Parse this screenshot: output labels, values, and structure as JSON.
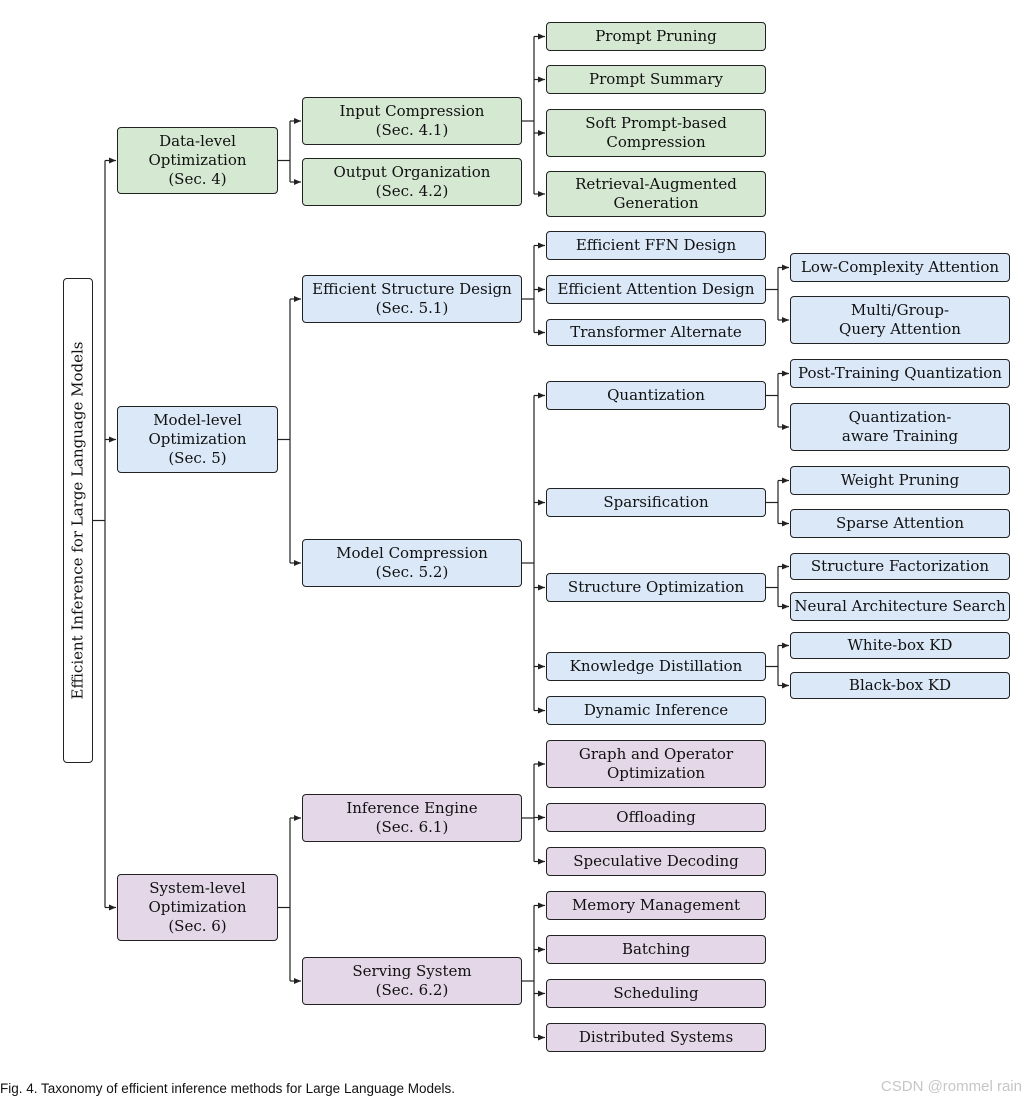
{
  "figure": {
    "caption": "Fig. 4. Taxonomy of efficient inference methods for Large Language Models.",
    "watermark": "CSDN @rommel rain",
    "colors": {
      "data_level": "#d4e8d2",
      "model_level": "#dae8f8",
      "system_level": "#e3d7e8",
      "line": "#222222"
    }
  },
  "tree": {
    "root": "Efficient Inference for Large Language Models",
    "data_level": {
      "label": "Data-level\nOptimization\n(Sec. 4)",
      "input_compression": {
        "label": "Input Compression\n(Sec. 4.1)",
        "children": [
          "Prompt Pruning",
          "Prompt Summary",
          "Soft Prompt-based\nCompression",
          "Retrieval-Augmented\nGeneration"
        ]
      },
      "output_organization": {
        "label": "Output Organization\n(Sec. 4.2)"
      }
    },
    "model_level": {
      "label": "Model-level\nOptimization\n(Sec. 5)",
      "efficient_structure": {
        "label": "Efficient Structure Design\n(Sec. 5.1)",
        "ffn": "Efficient FFN Design",
        "attention": {
          "label": "Efficient Attention Design",
          "children": [
            "Low-Complexity Attention",
            "Multi/Group-\nQuery Attention"
          ]
        },
        "alternate": "Transformer Alternate"
      },
      "model_compression": {
        "label": "Model Compression\n(Sec. 5.2)",
        "quantization": {
          "label": "Quantization",
          "children": [
            "Post-Training Quantization",
            "Quantization-\naware Training"
          ]
        },
        "sparsification": {
          "label": "Sparsification",
          "children": [
            "Weight Pruning",
            "Sparse Attention"
          ]
        },
        "structure_opt": {
          "label": "Structure Optimization",
          "children": [
            "Structure Factorization",
            "Neural Architecture Search"
          ]
        },
        "distillation": {
          "label": "Knowledge Distillation",
          "children": [
            "White-box KD",
            "Black-box KD"
          ]
        },
        "dynamic": "Dynamic Inference"
      }
    },
    "system_level": {
      "label": "System-level\nOptimization\n(Sec. 6)",
      "inference_engine": {
        "label": "Inference Engine\n(Sec. 6.1)",
        "children": [
          "Graph and Operator\nOptimization",
          "Offloading",
          "Speculative Decoding"
        ]
      },
      "serving_system": {
        "label": "Serving System\n(Sec. 6.2)",
        "children": [
          "Memory Management",
          "Batching",
          "Scheduling",
          "Distributed Systems"
        ]
      }
    }
  }
}
